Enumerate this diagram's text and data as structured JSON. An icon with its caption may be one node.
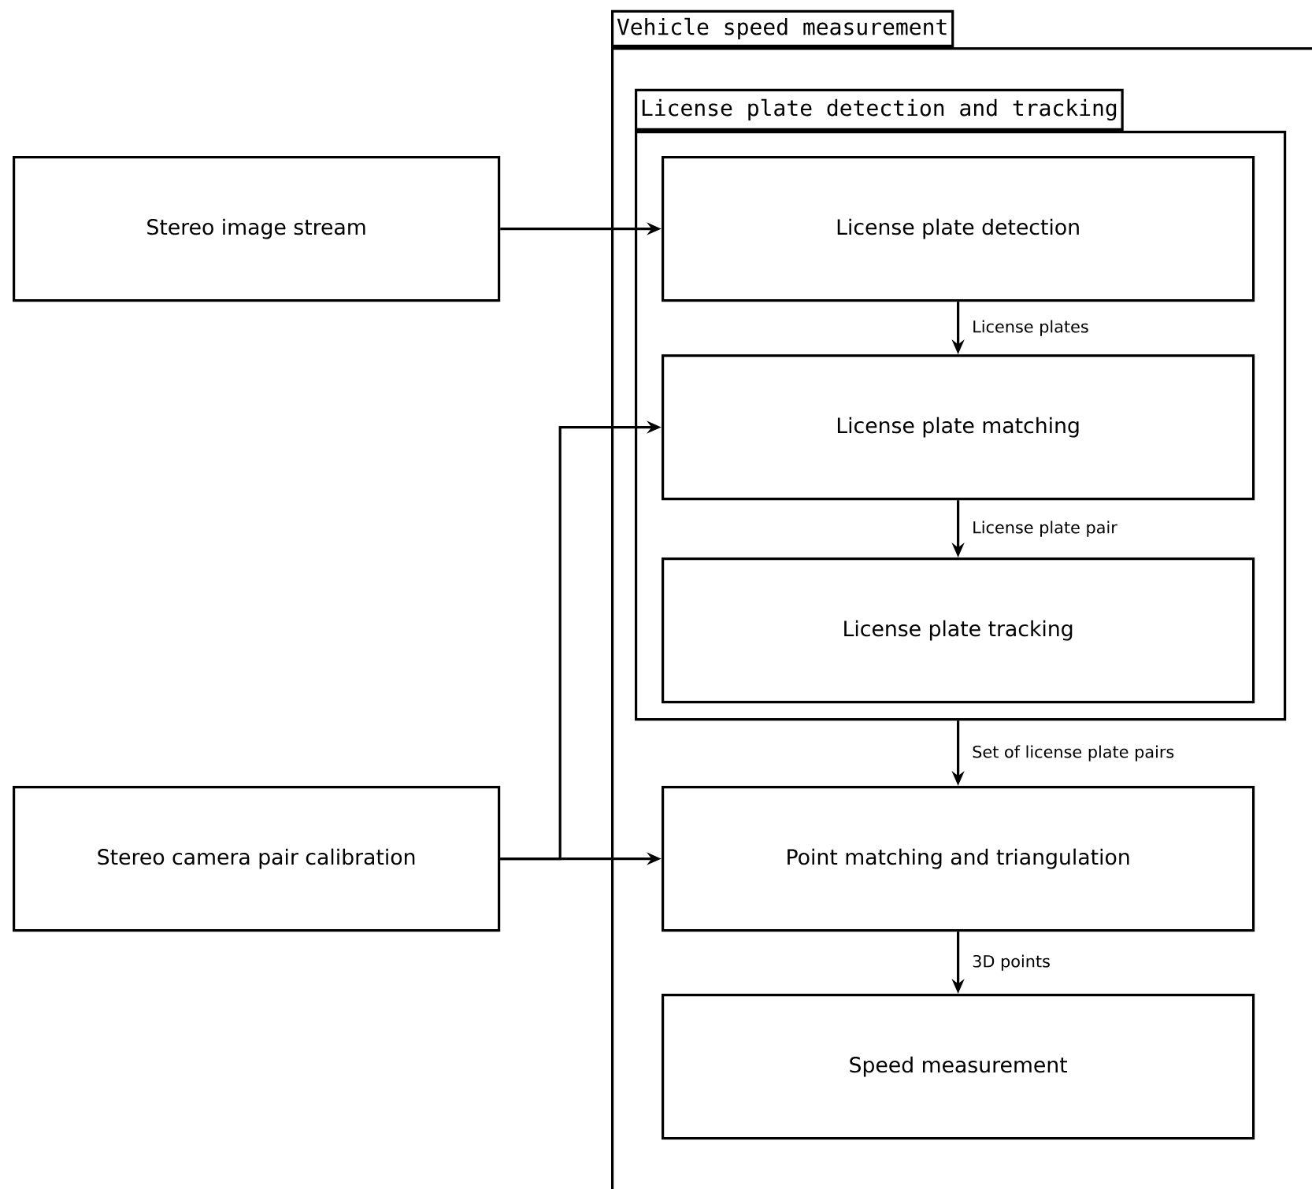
{
  "diagram": {
    "nodes": [
      {
        "text": [
          "Vehicle speed measurement"
        ]
      },
      {
        "text": [
          "License plate detection and tracking"
        ],
        "in": 0
      },
      {
        "text": [
          "License plate detection"
        ],
        "in": 1
      },
      {
        "text": [
          "License plate matching"
        ],
        "in": 1
      },
      {
        "text": [
          "License plate tracking"
        ],
        "in": 1
      },
      {
        "text": [
          "Point matching and triangulation"
        ],
        "in": 0
      },
      {
        "text": [
          "Speed measurement"
        ],
        "in": 0
      },
      {
        "text": [
          "Stereo image stream"
        ]
      },
      {
        "text": [
          "Stereo camera pair calibration"
        ]
      }
    ],
    "edges": [
      {
        "from": 7,
        "to": 2,
        "arrow": "to"
      },
      {
        "from": 2,
        "to": 3,
        "arrow": "to",
        "label": "License plates"
      },
      {
        "from": 3,
        "to": 4,
        "arrow": "to",
        "label": "License plate pair"
      },
      {
        "from": 1,
        "to": 5,
        "arrow": "to",
        "label": "Set of license plate pairs"
      },
      {
        "from": 5,
        "to": 6,
        "arrow": "to",
        "label": "3D points"
      },
      {
        "from": 8,
        "to": 3,
        "arrow": "to"
      },
      {
        "from": 8,
        "to": 5,
        "arrow": "to"
      }
    ]
  }
}
